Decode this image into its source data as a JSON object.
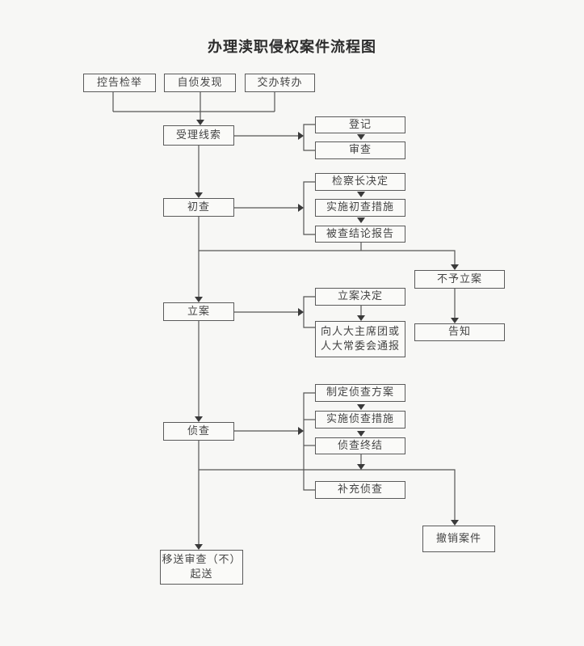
{
  "title": "办理渎职侵权案件流程图",
  "sources": [
    "控告检举",
    "自侦发现",
    "交办转办"
  ],
  "stages": {
    "accept": "受理线索",
    "preliminary": "初查",
    "file_case": "立案",
    "investigate": "侦查",
    "transfer": "移送审查（不）\n起送"
  },
  "accept_steps": [
    "登记",
    "审查"
  ],
  "preliminary_steps": [
    "检察长决定",
    "实施初查措施",
    "被查结论报告"
  ],
  "no_case": {
    "decision": "不予立案",
    "notify": "告知"
  },
  "file_case_steps": [
    "立案决定",
    "向人大主席团或\n人大常委会通报"
  ],
  "investigate_steps": [
    "制定侦查方案",
    "实施侦查措施",
    "侦查终结",
    "补充侦查"
  ],
  "cancel_case": "撤销案件",
  "colors": {
    "line": "#555555",
    "box_border": "#5a5a5a",
    "background": "#f7f7f5"
  }
}
